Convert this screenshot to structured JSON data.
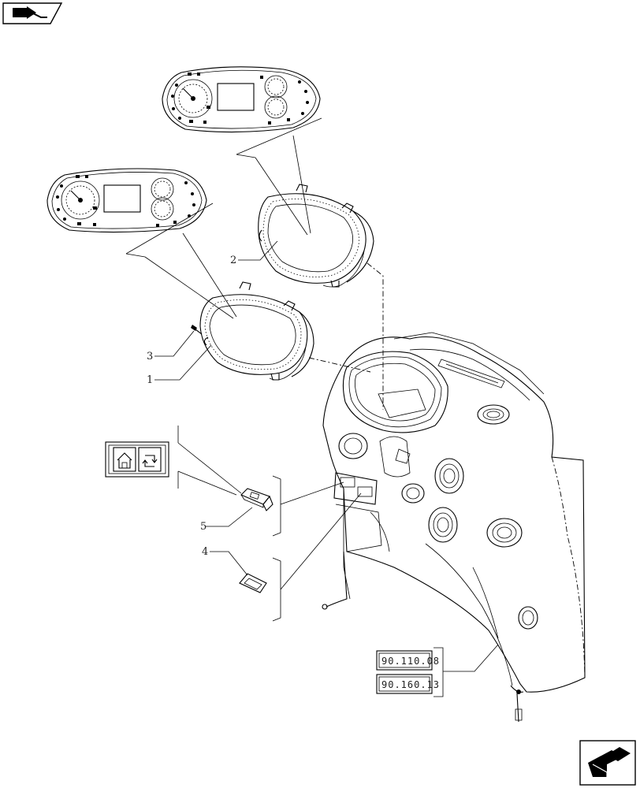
{
  "callouts": [
    "1",
    "2",
    "3",
    "4",
    "5"
  ],
  "references": [
    "90.110.08",
    "90.160.13"
  ],
  "icons": {
    "top_left": "section-nav-arrow-icon",
    "bottom_right": "next-page-arrow-icon",
    "switch_legend_left": "home-house-icon",
    "switch_legend_right": "recirculation-arrows-icon"
  },
  "colors": {
    "line": "#000000",
    "background": "#ffffff"
  }
}
